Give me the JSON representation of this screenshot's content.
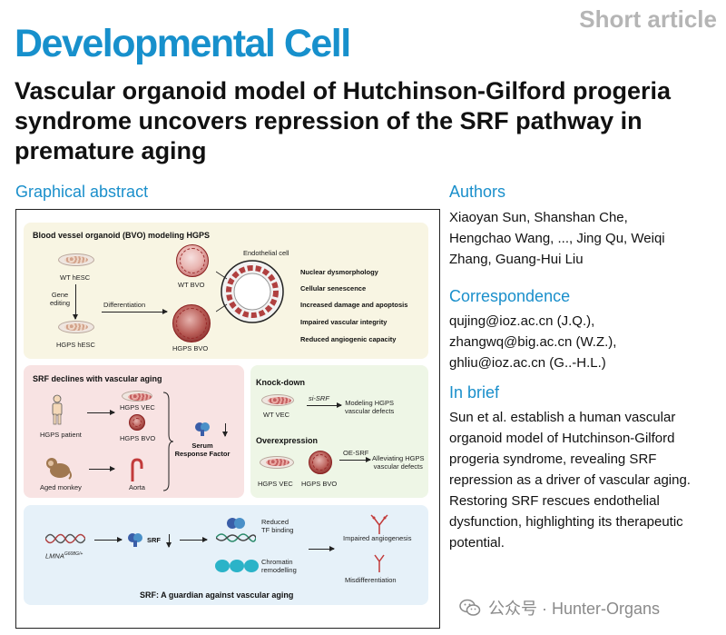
{
  "header": {
    "short_article": "Short article",
    "journal": "Developmental Cell",
    "title": "Vascular organoid model of Hutchinson-Gilford progeria syndrome uncovers repression of the SRF pathway in premature aging"
  },
  "graphical_abstract": {
    "heading": "Graphical abstract",
    "bvo_panel": {
      "title": "Blood vessel organoid (BVO) modeling HGPS",
      "wt_hesc": "WT hESC",
      "gene_editing": "Gene\nediting",
      "hgps_hesc": "HGPS hESC",
      "differentiation": "Differentiation",
      "wt_bvo": "WT BVO",
      "hgps_bvo": "HGPS BVO",
      "endothelial_cell": "Endothelial cell",
      "phenotypes": [
        "Nuclear dysmorphology",
        "Cellular senescence",
        "Increased damage and apoptosis",
        "Impaired vascular integrity",
        "Reduced angiogenic capacity"
      ]
    },
    "srf_decline_panel": {
      "title": "SRF declines with vascular aging",
      "hgps_patient": "HGPS patient",
      "hgps_vec": "HGPS VEC",
      "hgps_bvo": "HGPS BVO",
      "aged_monkey": "Aged monkey",
      "aorta": "Aorta",
      "srf_label": "Serum\nResponse Factor"
    },
    "knockdown_panel": {
      "knockdown_title": "Knock-down",
      "si_srf": "si-SRF",
      "wt_vec": "WT VEC",
      "modeling": "Modeling HGPS\nvascular defects",
      "overexpression_title": "Overexpression",
      "oe_srf": "OE-SRF",
      "hgps_vec": "HGPS VEC",
      "hgps_bvo": "HGPS BVO",
      "alleviating": "Alleviating HGPS\nvascular defects"
    },
    "guardian_panel": {
      "lmna": "LMNA",
      "lmna_sup": "G608G/+",
      "srf": "SRF",
      "reduced_tf": "Reduced\nTF binding",
      "chromatin": "Chromatin\nremodelling",
      "impaired_angio": "Impaired angiogenesis",
      "misdiff": "Misdifferentiation",
      "caption": "SRF: A guardian against vascular aging"
    }
  },
  "sidebar": {
    "authors_heading": "Authors",
    "authors": "Xiaoyan Sun, Shanshan Che, Hengchao Wang, ..., Jing Qu, Weiqi Zhang, Guang-Hui Liu",
    "correspondence_heading": "Correspondence",
    "emails": [
      "qujing@ioz.ac.cn (J.Q.),",
      "zhangwq@big.ac.cn (W.Z.),",
      "ghliu@ioz.ac.cn (G..-H.L.)"
    ],
    "brief_heading": "In brief",
    "brief": "Sun et al. establish a human vascular organoid model of Hutchinson-Gilford progeria syndrome, revealing SRF repression as a driver of vascular aging. Restoring SRF rescues endothelial dysfunction, highlighting its therapeutic potential."
  },
  "watermark": {
    "text": "公众号 · Hunter-Organs"
  },
  "colors": {
    "journal_blue": "#1790cc",
    "panel_cream": "#f8f5e3",
    "panel_pink": "#f8e3e3",
    "panel_green": "#eef6e6",
    "panel_blue": "#e6f1f9"
  }
}
